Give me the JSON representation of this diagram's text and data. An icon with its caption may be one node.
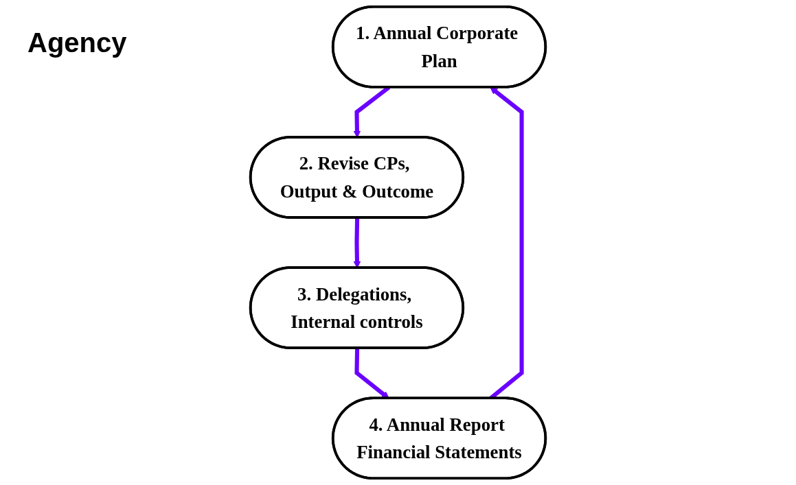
{
  "diagram": {
    "nodes": [
      {
        "text": [
          "1. Annual Corporate Plan"
        ]
      },
      {
        "text": [
          "2. Revise CPs, Output & Outcome"
        ]
      },
      {
        "text": [
          "3. Delegations, Internal controls"
        ]
      },
      {
        "text": [
          "4. Annual Report Financial Statements"
        ]
      }
    ],
    "edges": [
      {
        "from": 0,
        "to": 1,
        "arrow": "to"
      },
      {
        "from": 1,
        "to": 2,
        "arrow": "to"
      },
      {
        "from": 2,
        "to": 3,
        "arrow": "to"
      },
      {
        "from": 3,
        "to": 0,
        "arrow": "to"
      }
    ],
    "labels": [
      "Agency"
    ]
  }
}
